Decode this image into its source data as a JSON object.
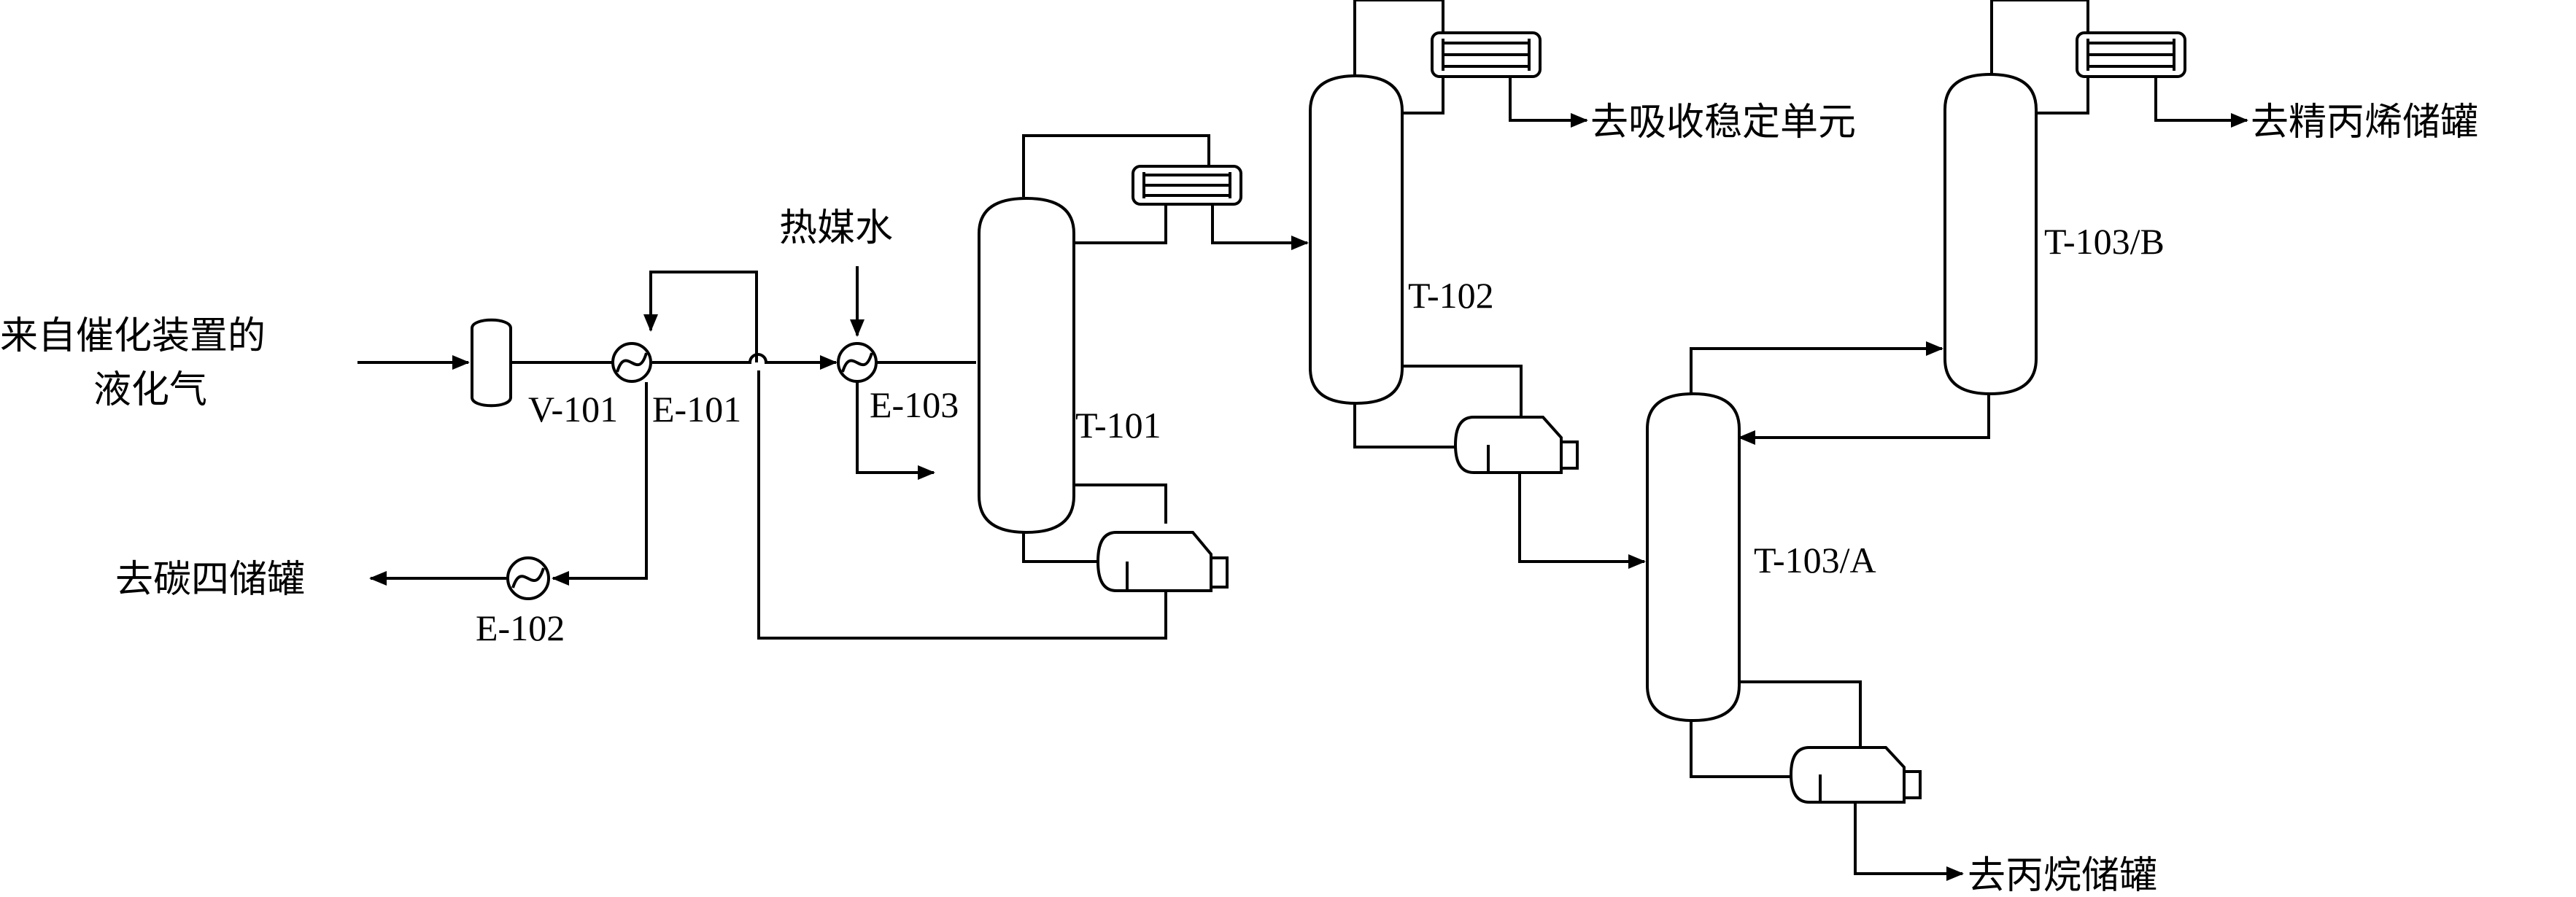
{
  "feed": {
    "line1": "来自催化装置的",
    "line2": "液化气"
  },
  "heating_medium": "热媒水",
  "outlets": {
    "c4_tank": "去碳四储罐",
    "absorption_unit": "去吸收稳定单元",
    "propylene_tank": "去精丙烯储罐",
    "propane_tank": "去丙烷储罐"
  },
  "tags": {
    "v101": "V-101",
    "e101": "E-101",
    "e102": "E-102",
    "e103": "E-103",
    "t101": "T-101",
    "t102": "T-102",
    "t103a": "T-103/A",
    "t103b": "T-103/B"
  }
}
